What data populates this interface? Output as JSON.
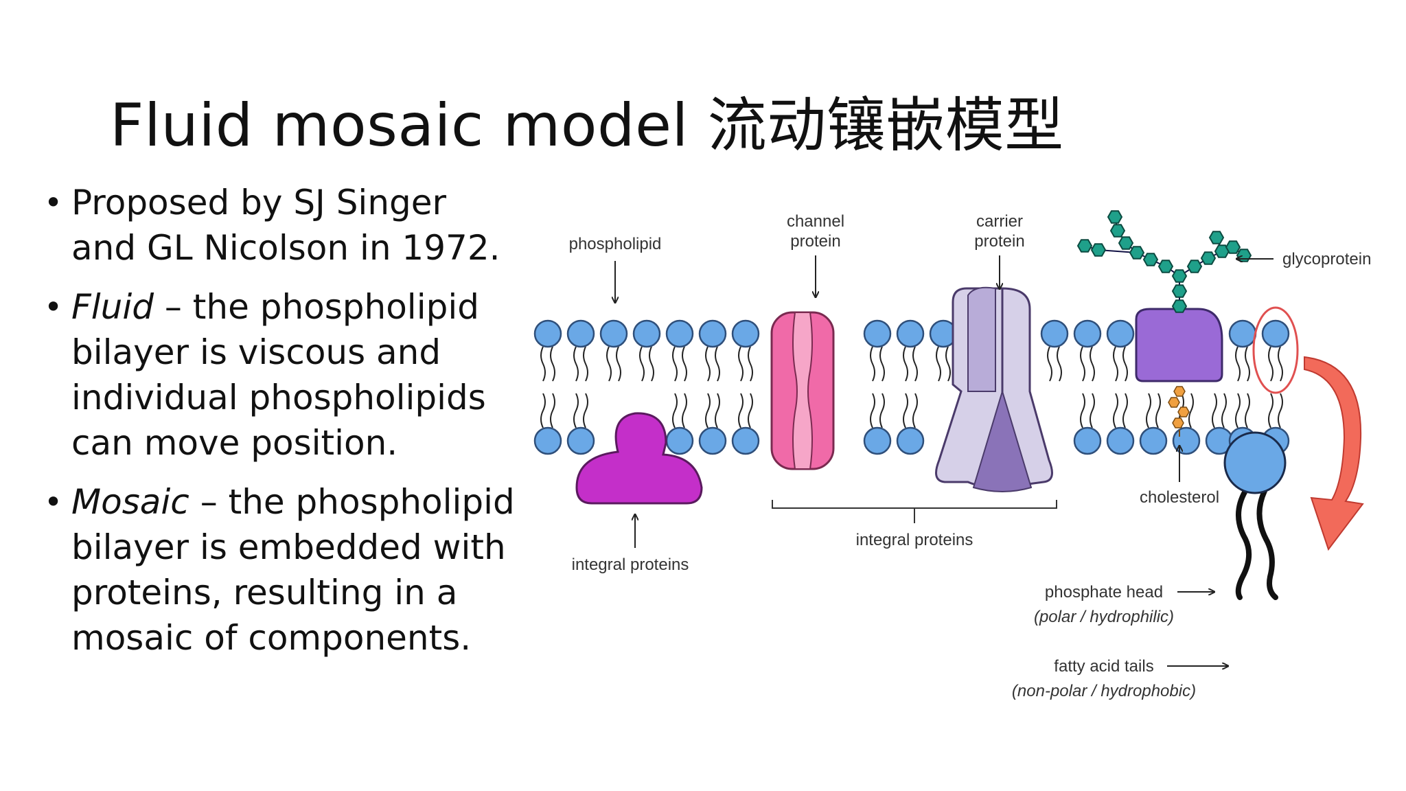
{
  "slide": {
    "title": "Fluid mosaic model 流动镶嵌模型",
    "bullets": [
      {
        "lead": "",
        "text": "Proposed by SJ Singer and GL Nicolson in 1972."
      },
      {
        "lead": "Fluid",
        "text": " – the phospholipid bilayer is viscous and individual phospholipids can move position."
      },
      {
        "lead": "Mosaic",
        "text": " – the phospholipid bilayer is embedded with proteins, resulting in a mosaic of components."
      }
    ]
  },
  "diagram": {
    "labels": {
      "phospholipid": "phospholipid",
      "channel_1": "channel",
      "channel_2": "protein",
      "carrier_1": "carrier",
      "carrier_2": "protein",
      "glycoprotein": "glycoprotein",
      "cholesterol": "cholesterol",
      "integral_left": "integral proteins",
      "integral_mid": "integral proteins",
      "phosphate_head": "phosphate head",
      "phosphate_head_note": "(polar / hydrophilic)",
      "fatty_tails": "fatty acid tails",
      "fatty_tails_note": "(non-polar / hydrophobic)"
    },
    "colors": {
      "head_fill": "#6aa8e6",
      "head_stroke": "#2f4f7a",
      "peripheral_protein": "#c42fc9",
      "channel_protein": "#f06aa8",
      "carrier_protein": "#d6d0e8",
      "carrier_dark": "#8a73b8",
      "glycoprotein_body": "#9a6ad6",
      "sugar_chain": "#1fa08a",
      "cholesterol": "#f0a040",
      "highlight_arrow": "#f26a5a"
    }
  }
}
